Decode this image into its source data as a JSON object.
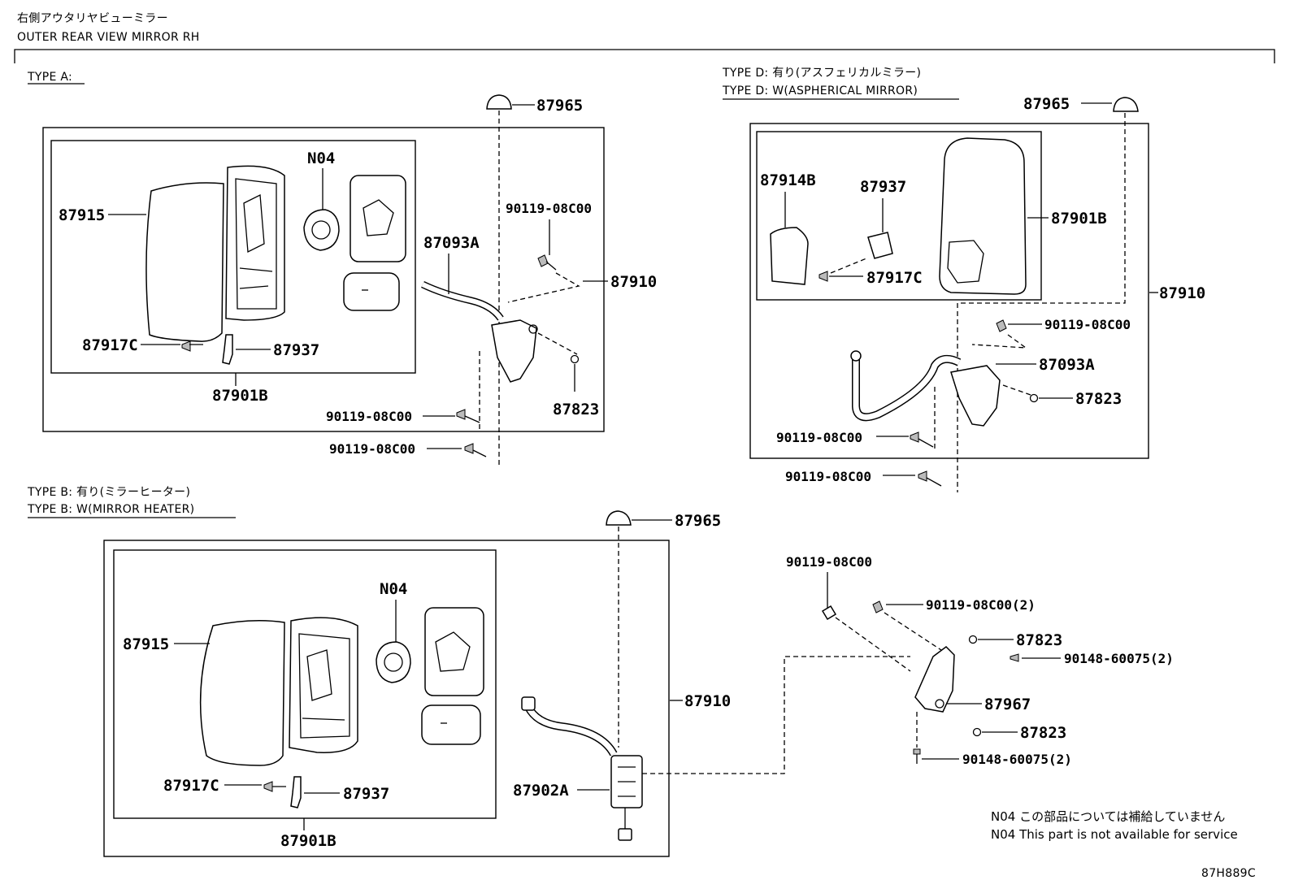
{
  "header": {
    "title_jp": "右側アウタリヤビューミラー",
    "title_en": "OUTER REAR VIEW MIRROR RH"
  },
  "type_a": {
    "label": "TYPE A:"
  },
  "type_d": {
    "label_jp": "TYPE D: 有り(アスフェリカルミラー)",
    "label_en": "TYPE D: W(ASPHERICAL MIRROR)"
  },
  "type_b": {
    "label_jp": "TYPE B: 有り(ミラーヒーター)",
    "label_en": "TYPE B: W(MIRROR HEATER)"
  },
  "parts": {
    "p87965": "87965",
    "p87910": "87910",
    "pN04": "N04",
    "p87915": "87915",
    "p87917C": "87917C",
    "p87937": "87937",
    "p87901B": "87901B",
    "p87093A": "87093A",
    "p90119": "90119-08C00",
    "p90119x2": "90119-08C00(2)",
    "p87823": "87823",
    "p87914B": "87914B",
    "p87902A": "87902A",
    "p87967": "87967",
    "p90148x2": "90148-60075(2)"
  },
  "notes": {
    "n04_jp": "N04 この部品については補給していません",
    "n04_en": "N04 This part is not available for service"
  },
  "footer": {
    "code": "87H889C"
  }
}
